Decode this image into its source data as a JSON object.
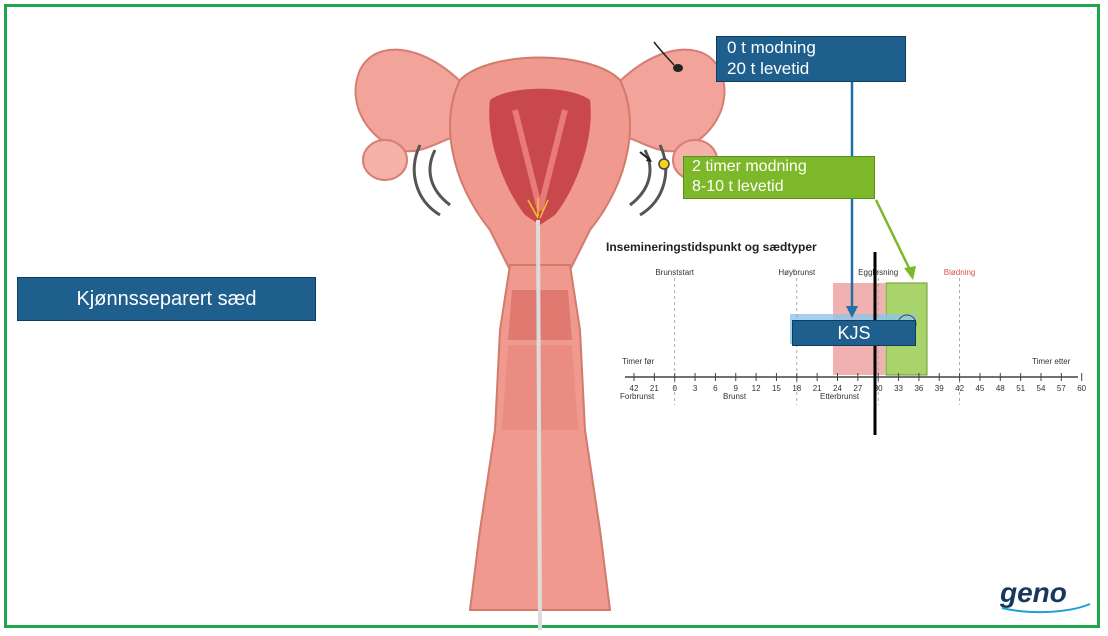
{
  "left_label": "Kjønnsseparert sæd",
  "sperm_box": {
    "line1": "0 t modning",
    "line2": "20 t levetid"
  },
  "egg_box": {
    "line1": "2 timer modning",
    "line2": "8-10 t levetid"
  },
  "kjs_label": "KJS",
  "logo": "geno",
  "chart": {
    "title": "Insemineringstidspunkt og sædtyper",
    "events": [
      {
        "label": "Brunststart",
        "hour": 0
      },
      {
        "label": "Høybrunst",
        "hour": 18
      },
      {
        "label": "Eggløsning",
        "hour": 30
      },
      {
        "label": "Blødning",
        "hour": 42
      }
    ],
    "ticks": [
      "42",
      "21",
      "0",
      "3",
      "6",
      "9",
      "12",
      "15",
      "18",
      "21",
      "24",
      "27",
      "30",
      "33",
      "36",
      "39",
      "42",
      "45",
      "48",
      "51",
      "54",
      "57",
      "60"
    ],
    "left_axis_label": "Timer før",
    "right_axis_label": "Timer etter",
    "phases": [
      "Forbrunst",
      "Brunst",
      "Etterbrunst"
    ]
  },
  "colors": {
    "blue_box": "#1f5f8e",
    "green_box": "#7cb829",
    "frame": "#1fa64a",
    "red_zone": "#f0a3a3",
    "green_zone": "#a9d36b",
    "bleeding": "#d9534f"
  }
}
